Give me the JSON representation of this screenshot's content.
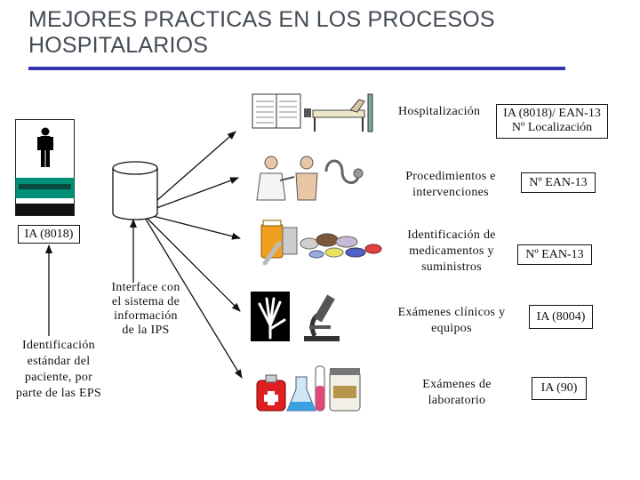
{
  "title": {
    "line1": "MEJORES PRACTICAS EN LOS PROCESOS",
    "line2": "HOSPITALARIOS"
  },
  "left": {
    "patient_id_box": "IA (8018)",
    "patient_caption": [
      "Identificación",
      "estándar del",
      "paciente, por",
      "parte de las EPS"
    ]
  },
  "interface": {
    "caption": [
      "Interface con",
      "el sistema de",
      "información",
      "de la IPS"
    ]
  },
  "processes": [
    {
      "label": [
        "Hospitalización"
      ],
      "code": [
        "IA (8018)/ EAN-13",
        "Nº Localización"
      ],
      "icon": "hospital-bed-icon"
    },
    {
      "label": [
        "Procedimientos e",
        "intervenciones"
      ],
      "code": [
        "Nº EAN-13"
      ],
      "icon": "doctor-stethoscope-icon"
    },
    {
      "label": [
        "Identificación de",
        "medicamentos y",
        "suministros"
      ],
      "code": [
        "Nº EAN-13"
      ],
      "icon": "medication-pills-icon"
    },
    {
      "label": [
        "Exámenes clínicos y",
        "equipos"
      ],
      "code": [
        "IA (8004)"
      ],
      "icon": "xray-microscope-icon"
    },
    {
      "label": [
        "Exámenes de",
        "laboratorio"
      ],
      "code": [
        "IA (90)"
      ],
      "icon": "lab-flasks-icon"
    }
  ],
  "colors": {
    "title_rule": "#3535b0",
    "title_text": "#444b55",
    "card_green": "#008f77"
  }
}
